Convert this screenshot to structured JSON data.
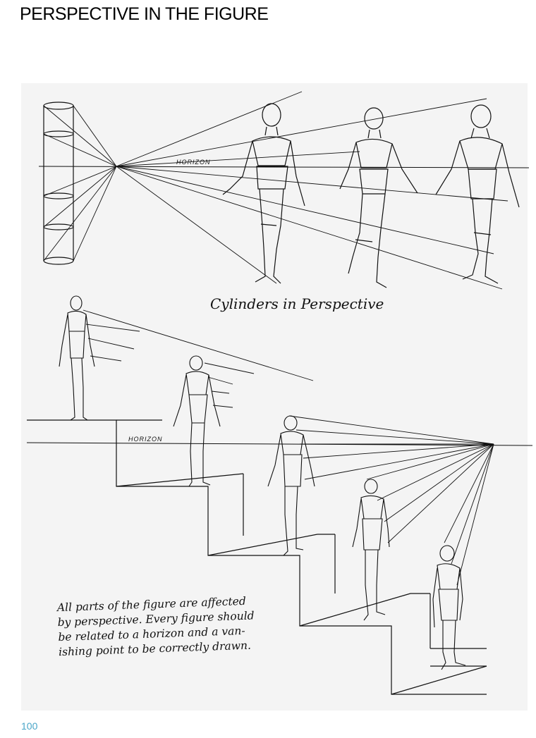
{
  "page": {
    "title": "PERSPECTIVE IN THE FIGURE",
    "page_number": "100"
  },
  "illustration_top": {
    "horizon_label": "HORIZON",
    "caption": "Cylinders in Perspective"
  },
  "illustration_bottom": {
    "horizon_label": "HORIZON",
    "note_lines": [
      "All parts of the figure are affected",
      "by perspective. Every figure should",
      "be related to a horizon and a van-",
      "ishing point to be correctly drawn."
    ]
  }
}
